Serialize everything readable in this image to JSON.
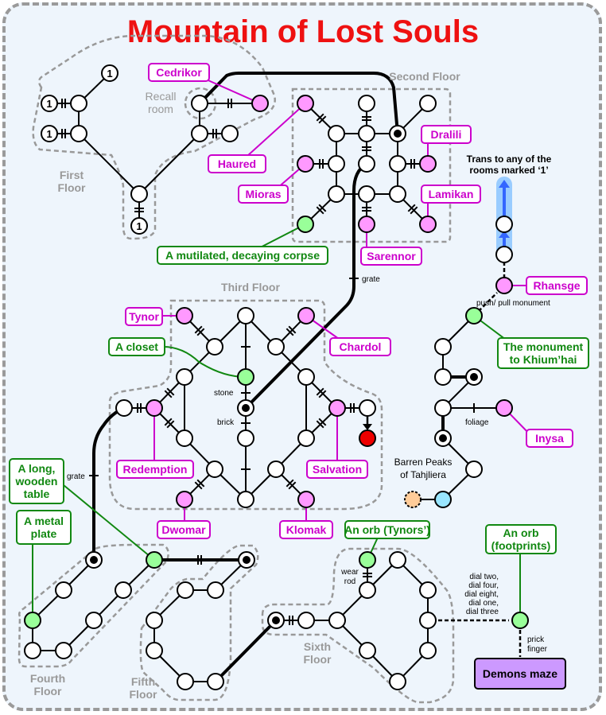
{
  "title": "Mountain of Lost Souls",
  "colors": {
    "title": "#ee1111",
    "npc": "#cc00cc",
    "npc_fill": "#ff99ff",
    "item": "#118811",
    "item_fill": "#99ff99",
    "room": "#ffffff",
    "exit_red": "#ee0000",
    "peak_blue": "#99e6ff",
    "peak_orange": "#ffcc99",
    "maze_fill": "#cc99ff",
    "area_label": "#999999",
    "teleport": "#3366ff",
    "teleport_glow": "#99ccff"
  },
  "areas": [
    {
      "id": "first",
      "label": "First Floor"
    },
    {
      "id": "recall",
      "label": "Recall room"
    },
    {
      "id": "second",
      "label": "Second Floor"
    },
    {
      "id": "third",
      "label": "Third Floor"
    },
    {
      "id": "fourth",
      "label": "Fourth Floor"
    },
    {
      "id": "fifth",
      "label": "Fifth Floor"
    },
    {
      "id": "sixth",
      "label": "Sixth Floor"
    },
    {
      "id": "peaks",
      "label": "Barren Peaks of Tahjliera"
    }
  ],
  "marked_room_symbol": "1",
  "npcs": [
    "Cedrikor",
    "Haured",
    "Mioras",
    "Dralili",
    "Lamikan",
    "Sarennor",
    "Tynor",
    "Chardol",
    "Redemption",
    "Salvation",
    "Dwomar",
    "Klomak",
    "Rhansge",
    "Inysa"
  ],
  "items": [
    "A mutilated, decaying corpse",
    "A closet",
    "A long, wooden table",
    "A metal plate",
    "An orb (Tynors’)",
    "An orb (footprints)",
    "The monument to Khium’hai"
  ],
  "annotations": {
    "grate": "grate",
    "stone": "stone",
    "brick": "brick",
    "foliage": "foliage",
    "push_pull": "push/ pull monument",
    "wear_rod": "wear rod",
    "dials": "dial two, dial four, dial eight, dial one, dial three",
    "prick": "prick finger",
    "trans": "Trans to any of the rooms marked ‘1’"
  },
  "destination": "Demons maze"
}
